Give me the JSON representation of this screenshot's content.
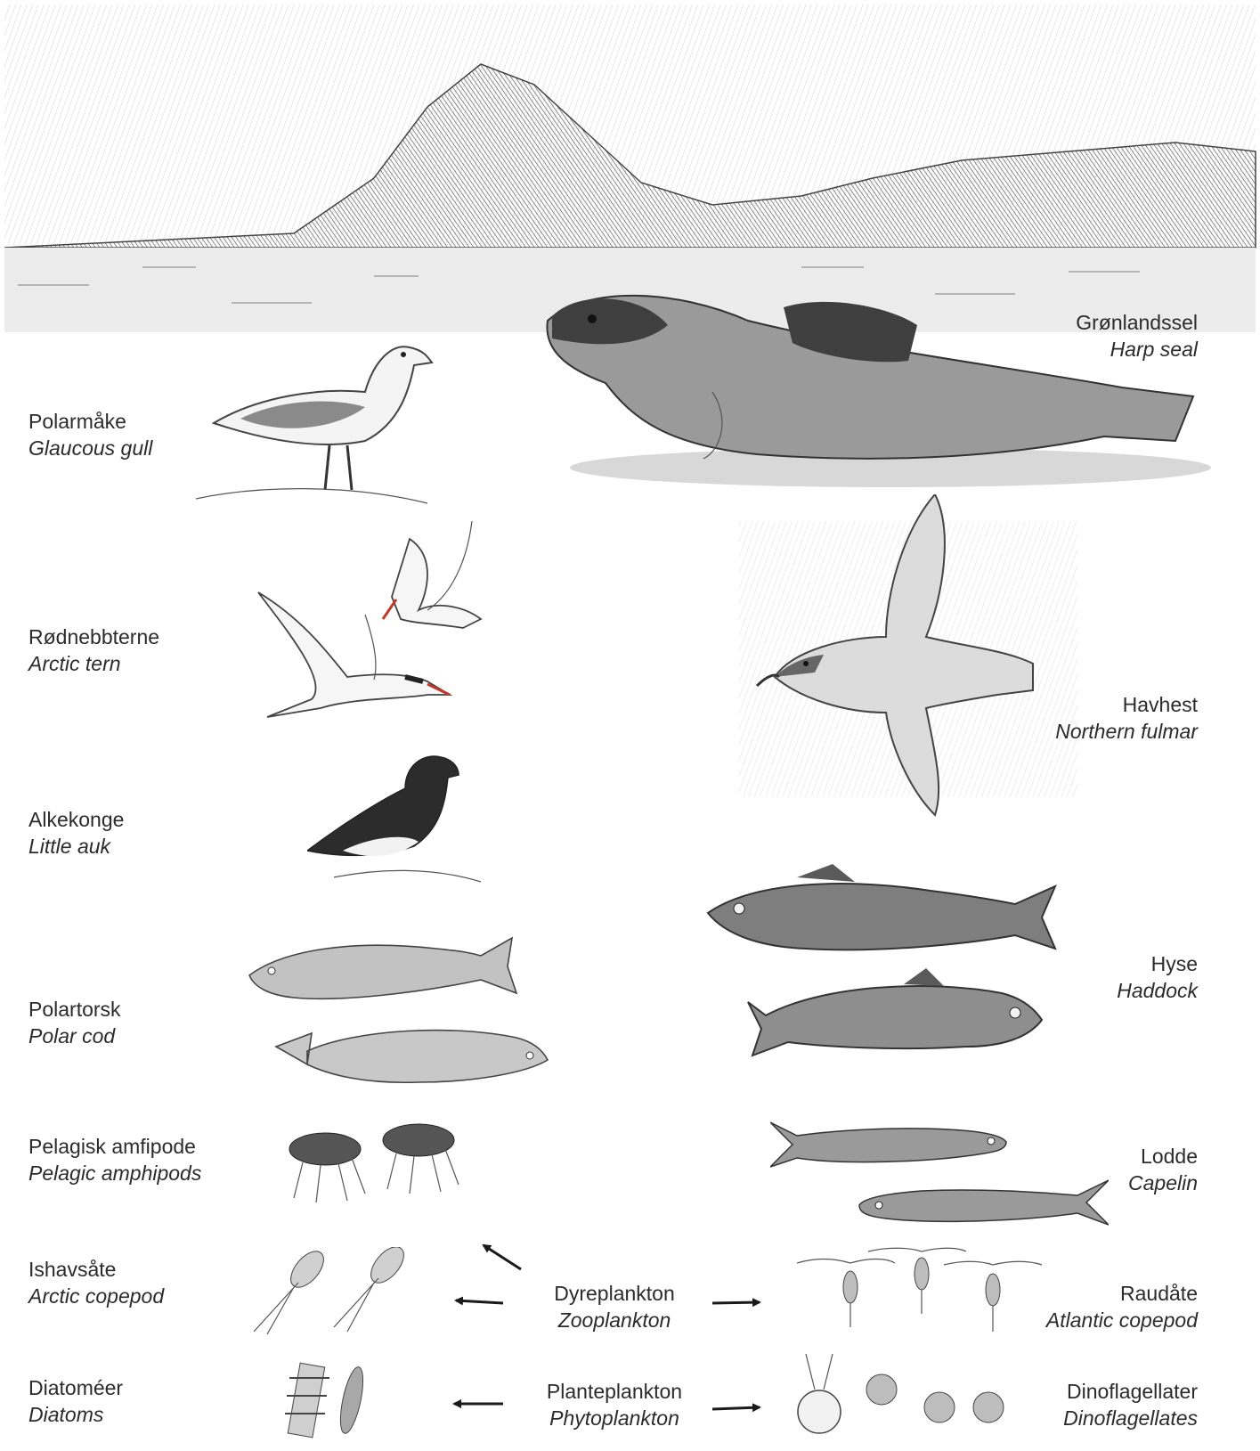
{
  "species": {
    "harp_seal": {
      "no": "Grønlandssel",
      "en": "Harp seal"
    },
    "glaucous_gull": {
      "no": "Polarmåke",
      "en": "Glaucous gull"
    },
    "arctic_tern": {
      "no": "Rødnebbterne",
      "en": "Arctic tern"
    },
    "northern_fulmar": {
      "no": "Havhest",
      "en": "Northern fulmar"
    },
    "little_auk": {
      "no": "Alkekonge",
      "en": "Little auk"
    },
    "haddock": {
      "no": "Hyse",
      "en": "Haddock"
    },
    "polar_cod": {
      "no": "Polartorsk",
      "en": "Polar cod"
    },
    "pelagic_amphipods": {
      "no": "Pelagisk amfipode",
      "en": "Pelagic amphipods"
    },
    "capelin": {
      "no": "Lodde",
      "en": "Capelin"
    },
    "arctic_copepod": {
      "no": "Ishavsåte",
      "en": "Arctic copepod"
    },
    "zooplankton": {
      "no": "Dyreplankton",
      "en": "Zooplankton"
    },
    "atlantic_copepod": {
      "no": "Raudåte",
      "en": "Atlantic copepod"
    },
    "diatoms": {
      "no": "Diatoméer",
      "en": "Diatoms"
    },
    "phytoplankton": {
      "no": "Planteplankton",
      "en": "Phytoplankton"
    },
    "dinoflagellates": {
      "no": "Dinoflagellater",
      "en": "Dinoflagellates"
    }
  },
  "colors": {
    "pencil": "#555555",
    "tern_beak": "#c0392b",
    "arrow": "#1a1a1a"
  }
}
